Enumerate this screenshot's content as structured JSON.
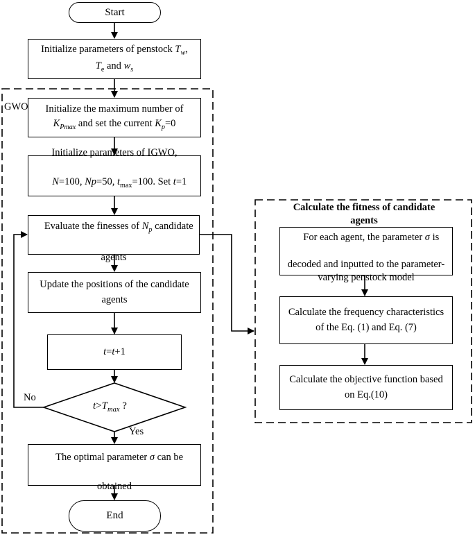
{
  "start": "Start",
  "end": "End",
  "gwo_label": "GWO",
  "init_penstock": {
    "line1": "Initialize  parameters of penstock",
    "Tw_main": "T",
    "Tw_sub": "w",
    "comma": ",",
    "Te_main": "T",
    "Te_sub": "e",
    "and": " and ",
    "ws_main": "w",
    "ws_sub": "s"
  },
  "init_max": {
    "line1": "Initialize the maximum number of",
    "Kp_main": "K",
    "Kp_sub": "Pmax",
    "and_set": " and set the current ",
    "Kp2_main": "K",
    "Kp2_sub": "p",
    "eq0": "=0"
  },
  "init_igwo": {
    "line1": "Initialize parameters of IGWO,",
    "N": "N",
    "N_val": "=100, ",
    "Np": "Np",
    "Np_val": "=50, ",
    "t": "t",
    "t_sub": "max",
    "t_val": "=100. Set ",
    "t2": "t",
    "t2_val": "=1"
  },
  "evaluate": {
    "pre": "Evaluate the finesses of ",
    "N_main": "N",
    "N_sub": "p",
    "post": " candidate",
    "line2": "agents"
  },
  "update": {
    "line1": "Update the positions of the candidate",
    "line2": "agents"
  },
  "increment": {
    "t1": "t",
    "eq": "=",
    "t2": "t",
    "plus": "+1"
  },
  "decision": {
    "t": "t",
    "gt": ">",
    "T": "T",
    "T_sub": "max",
    "q": " ?"
  },
  "yes_label": "Yes",
  "no_label": "No",
  "optimal": {
    "line1_pre": "The optimal parameter ",
    "sigma": "σ",
    "line1_post": " can be",
    "line2": "obtained"
  },
  "fitness_panel": {
    "title_line1": "Calculate the fitness of candidate",
    "title_line2": "agents",
    "step1": {
      "pre": "For each agent, the parameter ",
      "sigma": "σ",
      "post": " is",
      "line2": "decoded and inputted to the parameter-",
      "line3": "varying penstock model"
    },
    "step2": {
      "line1": "Calculate the frequency characteristics",
      "line2": "of the Eq. (1) and Eq. (7)"
    },
    "step3": {
      "line1": "Calculate the objective function based",
      "line2": "on Eq.(10)"
    }
  }
}
